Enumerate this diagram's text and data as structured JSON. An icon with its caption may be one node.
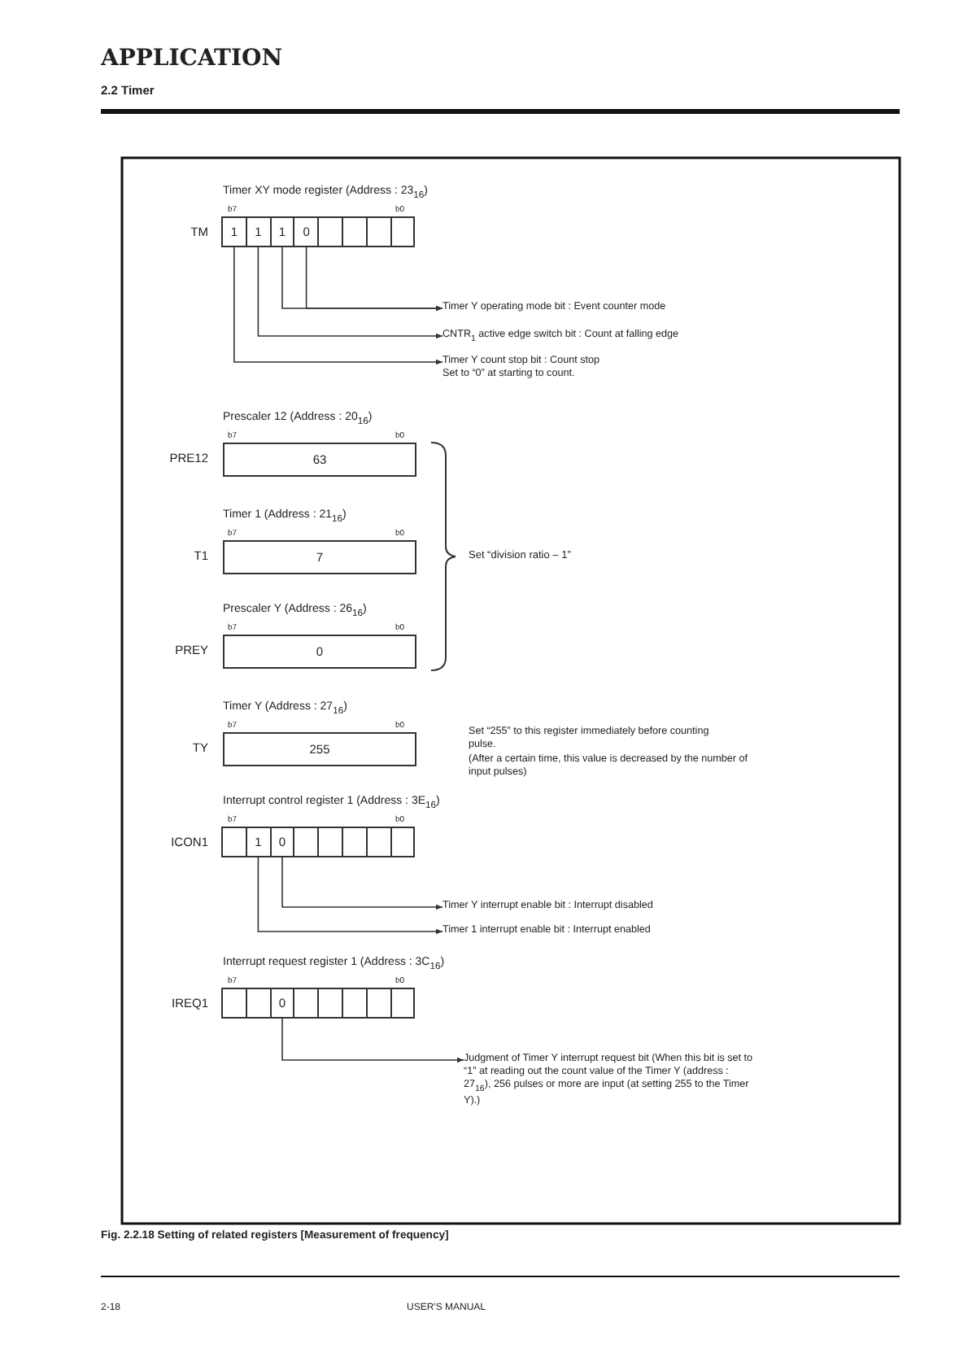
{
  "diagram": {
    "title": "APPLICATION",
    "caption": "Fig. 2.2.18 Setting of related registers [Measurement of frequency]",
    "nodes": [
      {
        "text": [
          "Timer XY mode register (Address : 23$_{16}$)"
        ],
        "beside": [
          "TM",
          "b7",
          "b0"
        ]
      },
      {
        "text": [
          "1"
        ],
        "in": 0
      },
      {
        "text": [
          "1"
        ],
        "in": 0
      },
      {
        "text": [
          "1"
        ],
        "in": 0
      },
      {
        "text": [
          "0"
        ],
        "in": 0
      },
      {
        "text": [],
        "shape": "box",
        "in": 0
      },
      {
        "text": [],
        "shape": "box",
        "in": 0
      },
      {
        "text": [],
        "shape": "box",
        "in": 0
      },
      {
        "text": [],
        "shape": "box",
        "in": 0
      },
      {
        "text": [
          "Timer Y operating mode bit : Event counter mode"
        ]
      },
      {
        "text": [
          "CNTR$_{1}$ active edge switch bit : Count at falling edge"
        ]
      },
      {
        "text": [
          "Timer Y count stop bit : Count stop",
          "Set to “0” at starting to count."
        ]
      },
      {
        "text": [
          "Prescaler 12 (Address : 20$_{16}$)",
          "63"
        ],
        "beside": [
          "PRE12",
          "b7",
          "b0"
        ]
      },
      {
        "text": [
          "Timer 1 (Address : 21$_{16}$)",
          "7"
        ],
        "beside": [
          "T1",
          "b7",
          "b0"
        ]
      },
      {
        "text": [
          "Prescaler Y (Address : 26$_{16}$)",
          "0"
        ],
        "beside": [
          "PREY",
          "b7",
          "b0"
        ]
      },
      {
        "text": [
          "Timer Y (Address : 27$_{16}$)",
          "255"
        ],
        "beside": [
          "TY",
          "b7",
          "b0",
          "Set “255” to this register immediately before counting pulse.",
          "(After a certain time, this value is decreased by the number of input pulses)"
        ]
      },
      {
        "text": [
          "Interrupt control register 1 (Address : 3E$_{16}$)"
        ],
        "beside": [
          "ICON1",
          "b7",
          "b0"
        ]
      },
      {
        "text": [],
        "shape": "box",
        "in": 16
      },
      {
        "text": [
          "1"
        ],
        "in": 16
      },
      {
        "text": [
          "0"
        ],
        "in": 16
      },
      {
        "text": [],
        "shape": "box",
        "in": 16
      },
      {
        "text": [],
        "shape": "box",
        "in": 16
      },
      {
        "text": [],
        "shape": "box",
        "in": 16
      },
      {
        "text": [],
        "shape": "box",
        "in": 16
      },
      {
        "text": [],
        "shape": "box",
        "in": 16
      },
      {
        "text": [
          "Timer Y interrupt enable bit : Interrupt disabled"
        ]
      },
      {
        "text": [
          "Timer 1 interrupt enable bit : Interrupt enabled"
        ]
      },
      {
        "text": [
          "Interrupt request register 1 (Address : 3C$_{16}$)"
        ],
        "beside": [
          "IREQ1",
          "b7",
          "b0"
        ]
      },
      {
        "text": [],
        "shape": "box",
        "in": 27
      },
      {
        "text": [],
        "shape": "box",
        "in": 27
      },
      {
        "text": [
          "0"
        ],
        "in": 27
      },
      {
        "text": [],
        "shape": "box",
        "in": 27
      },
      {
        "text": [],
        "shape": "box",
        "in": 27
      },
      {
        "text": [],
        "shape": "box",
        "in": 27
      },
      {
        "text": [],
        "shape": "box",
        "in": 27
      },
      {
        "text": [],
        "shape": "box",
        "in": 27
      },
      {
        "text": [
          "Judgment of Timer Y interrupt request bit (When this bit is set to “1” at reading out the count value of the Timer Y (address : 27$_{16}$), 256 pulses or more are input (at setting 255 to the Timer Y).)"
        ]
      }
    ],
    "edges": [
      {
        "from": 3,
        "to": 9,
        "arrow": "to"
      },
      {
        "from": 4,
        "to": 9,
        "arrow": "to"
      },
      {
        "from": 2,
        "to": 10,
        "arrow": "to"
      },
      {
        "from": 1,
        "to": 11,
        "arrow": "to"
      },
      {
        "from": 19,
        "to": 25,
        "arrow": "to"
      },
      {
        "from": 18,
        "to": 26,
        "arrow": "to"
      },
      {
        "from": 30,
        "to": 36,
        "arrow": "to"
      }
    ],
    "labels": [
      "2.2 Timer",
      "Set “division ratio – 1”",
      "2-18",
      "USER'S MANUAL"
    ]
  }
}
